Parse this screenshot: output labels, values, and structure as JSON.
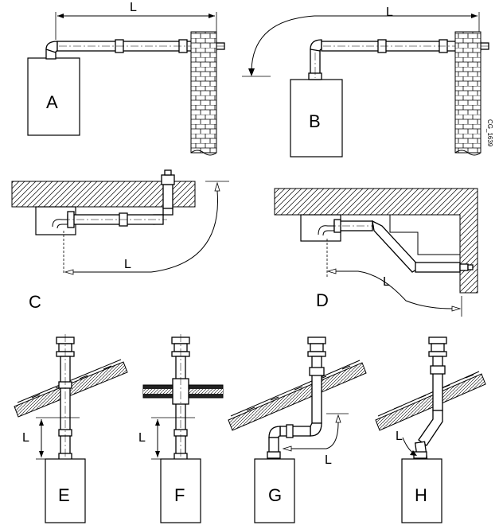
{
  "doc_code": "CG_1639",
  "dimension_label": "L",
  "panels": [
    {
      "id": "A",
      "label": "A"
    },
    {
      "id": "B",
      "label": "B"
    },
    {
      "id": "C",
      "label": "C"
    },
    {
      "id": "D",
      "label": "D"
    },
    {
      "id": "E",
      "label": "E"
    },
    {
      "id": "F",
      "label": "F"
    },
    {
      "id": "G",
      "label": "G"
    },
    {
      "id": "H",
      "label": "H"
    }
  ]
}
